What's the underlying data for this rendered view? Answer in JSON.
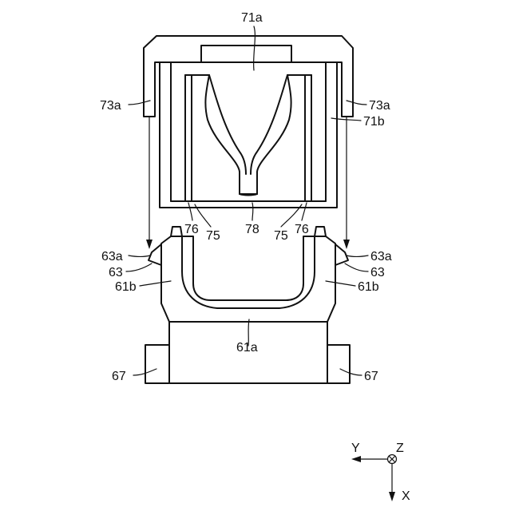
{
  "labels": {
    "l71a": "71a",
    "l73a_left": "73a",
    "l73a_right": "73a",
    "l71b": "71b",
    "l76_left": "76",
    "l75_left": "75",
    "l78": "78",
    "l75_right": "75",
    "l76_right": "76",
    "l63a_left": "63a",
    "l63_left": "63",
    "l61b_left": "61b",
    "l63a_right": "63a",
    "l63_right": "63",
    "l61b_right": "61b",
    "l61a": "61a",
    "l67_left": "67",
    "l67_right": "67"
  },
  "axes": {
    "y": "Y",
    "z": "Z",
    "x": "X"
  }
}
